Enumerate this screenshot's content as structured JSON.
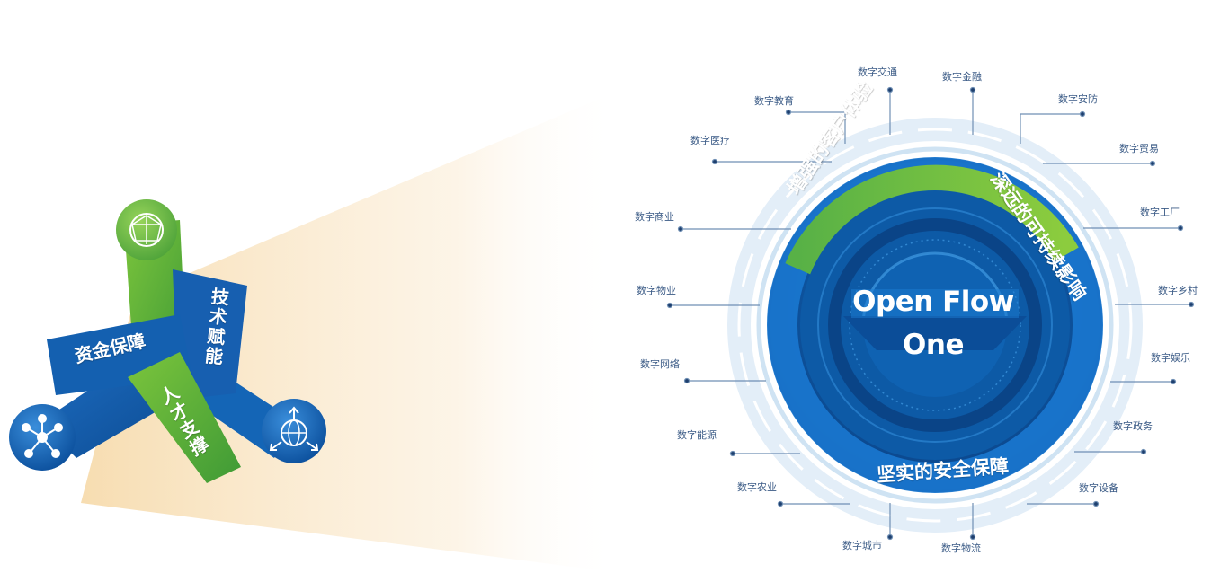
{
  "center": {
    "line1": "Open Flow",
    "line2": "One"
  },
  "ring": {
    "top_left": "增强的客户体验",
    "top_right": "深远的可持续影响",
    "bottom": "坚实的安全保障"
  },
  "pillars": {
    "funding": "资金保障",
    "technology": "技术赋能",
    "talent": "人才支撑"
  },
  "icons": {
    "top": "network-globe-icon",
    "left": "network-hub-icon",
    "right": "globe-arrows-icon"
  },
  "sectors": {
    "transport": "数字交通",
    "finance": "数字金融",
    "education": "数字教育",
    "security": "数字安防",
    "medical": "数字医疗",
    "trade": "数字贸易",
    "commerce": "数字商业",
    "factory": "数字工厂",
    "property": "数字物业",
    "village": "数字乡村",
    "network": "数字网络",
    "entertainment": "数字娱乐",
    "energy": "数字能源",
    "government": "数字政务",
    "agriculture": "数字农业",
    "equipment": "数字设备",
    "city": "数字城市",
    "logistics": "数字物流"
  },
  "colors": {
    "blue_dark": "#0b4f9c",
    "blue_light": "#1f8be0",
    "green": "#6bbf3a",
    "label": "#3b5b86"
  }
}
